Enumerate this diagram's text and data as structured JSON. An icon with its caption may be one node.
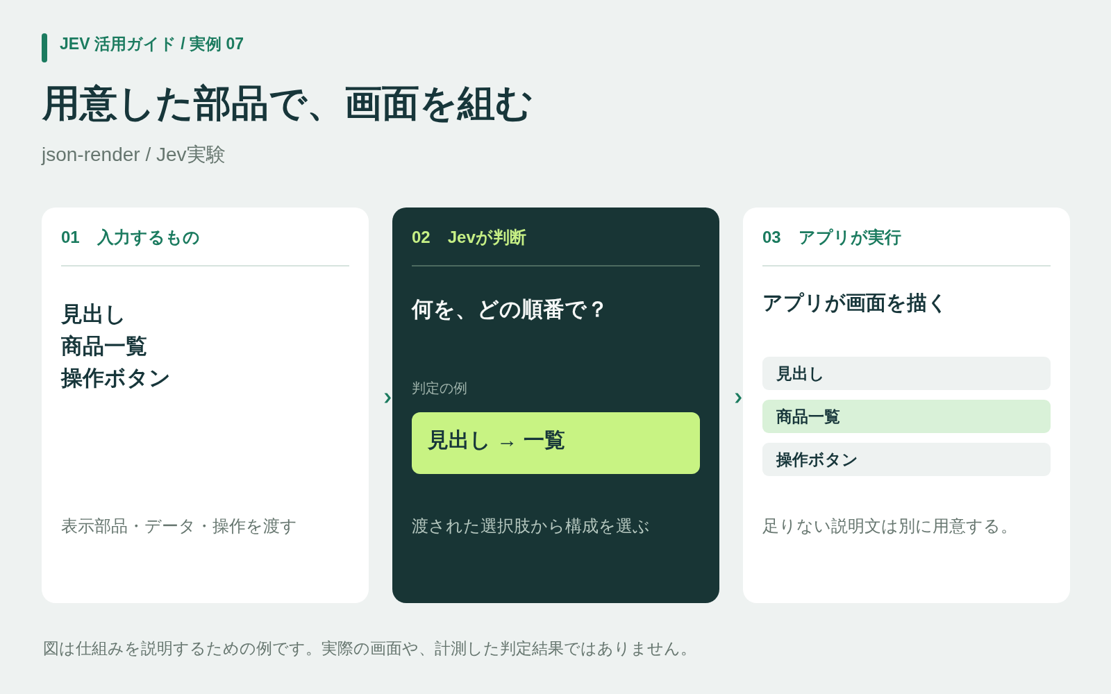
{
  "diagram": {
    "title": "用意した部品で、画面を組む",
    "nodes": [
      {
        "text": [
          "01",
          "入力するもの",
          "見出し",
          "商品一覧",
          "操作ボタン",
          "表示部品・データ・操作を渡す"
        ]
      },
      {
        "text": [
          "02",
          "Jevが判断",
          "何を、どの順番で？",
          "判定の例",
          "渡された選択肢から構成を選ぶ"
        ]
      },
      {
        "text": [
          "見出し → 一覧"
        ],
        "in": 1
      },
      {
        "text": [
          "03",
          "アプリが実行",
          "アプリが画面を描く",
          "足りない説明文は別に用意する。"
        ]
      },
      {
        "text": [
          "見出し"
        ],
        "in": 3
      },
      {
        "text": [
          "商品一覧"
        ],
        "in": 3
      },
      {
        "text": [
          "操作ボタン"
        ],
        "in": 3
      }
    ],
    "edges": [
      {
        "from": 0,
        "to": 1,
        "arrow": "to"
      },
      {
        "from": 1,
        "to": 3,
        "arrow": "to"
      }
    ],
    "labels": [
      "JEV 活用ガイド / 実例 07",
      "json-render / Jev実験"
    ],
    "caption": "図は仕組みを説明するための例です。実際の画面や、計測した判定結果ではありません。"
  }
}
